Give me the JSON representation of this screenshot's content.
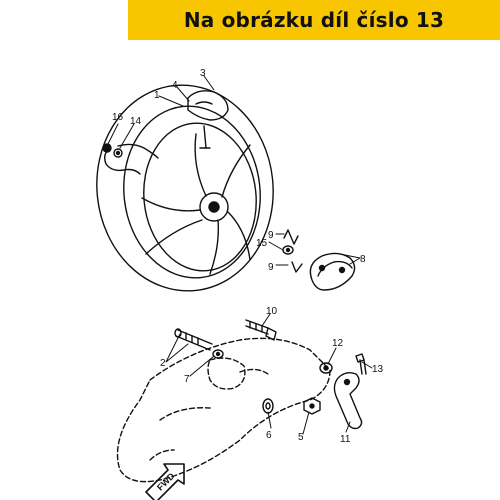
{
  "banner": {
    "text": "Na obrázku díl číslo 13",
    "color": "#f7c600"
  },
  "fwd_label": "FWD",
  "callouts": [
    {
      "id": "1",
      "label": "1"
    },
    {
      "id": "2",
      "label": "2"
    },
    {
      "id": "3",
      "label": "3"
    },
    {
      "id": "4",
      "label": "4"
    },
    {
      "id": "5",
      "label": "5"
    },
    {
      "id": "6",
      "label": "6"
    },
    {
      "id": "7",
      "label": "7"
    },
    {
      "id": "8",
      "label": "8"
    },
    {
      "id": "9a",
      "label": "9"
    },
    {
      "id": "9b",
      "label": "9"
    },
    {
      "id": "10",
      "label": "10"
    },
    {
      "id": "11",
      "label": "11"
    },
    {
      "id": "12",
      "label": "12"
    },
    {
      "id": "13",
      "label": "13"
    },
    {
      "id": "14",
      "label": "14"
    },
    {
      "id": "15",
      "label": "15"
    },
    {
      "id": "16",
      "label": "16"
    }
  ]
}
